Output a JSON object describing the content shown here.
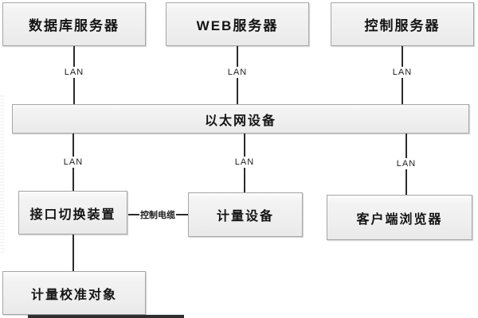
{
  "diagram": {
    "title": "measurement-calibration-network-topology",
    "nodes": [
      {
        "id": "database-server",
        "label": "数据库服务器"
      },
      {
        "id": "web-server",
        "label": "WEB服务器"
      },
      {
        "id": "control-server",
        "label": "控制服务器"
      },
      {
        "id": "ethernet-device",
        "label": "以太网设备"
      },
      {
        "id": "interface-switch",
        "label": "接口切换装置"
      },
      {
        "id": "metering-device",
        "label": "计量设备"
      },
      {
        "id": "client-browser",
        "label": "客户端浏览器"
      },
      {
        "id": "calibration-object",
        "label": "计量校准对象"
      }
    ],
    "edges": [
      {
        "from": "数据库服务器",
        "to": "以太网设备",
        "label": "LAN"
      },
      {
        "from": "WEB服务器",
        "to": "以太网设备",
        "label": "LAN"
      },
      {
        "from": "控制服务器",
        "to": "以太网设备",
        "label": "LAN"
      },
      {
        "from": "以太网设备",
        "to": "接口切换装置",
        "label": "LAN"
      },
      {
        "from": "以太网设备",
        "to": "计量设备",
        "label": "LAN"
      },
      {
        "from": "以太网设备",
        "to": "客户端浏览器",
        "label": "LAN"
      },
      {
        "from": "接口切换装置",
        "to": "计量设备",
        "label": "控制电缆"
      },
      {
        "from": "接口切换装置",
        "to": "计量校准对象",
        "label": ""
      }
    ],
    "colors": {
      "box_border": "#a6a6a6",
      "box_fill": "#f0f0f0",
      "line": "#2b2b2b",
      "text": "#141414",
      "background": "#ffffff"
    }
  }
}
